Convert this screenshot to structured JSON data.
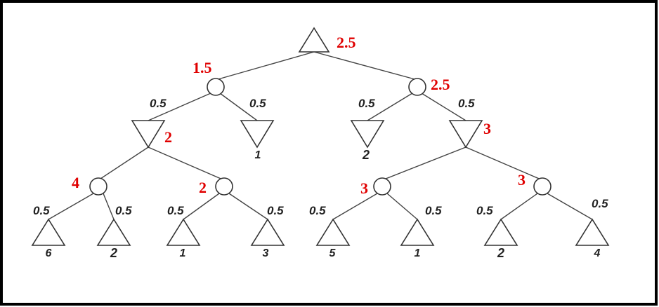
{
  "colors": {
    "value": "#e00000",
    "line": "#444444",
    "frame": "#000000"
  },
  "root": {
    "shape": "max-triangle",
    "value": "2.5"
  },
  "chance": [
    {
      "id": "c1",
      "value": "1.5"
    },
    {
      "id": "c2",
      "value": "2.5"
    },
    {
      "id": "c3",
      "value": "4"
    },
    {
      "id": "c4",
      "value": "2"
    },
    {
      "id": "c5",
      "value": "3"
    },
    {
      "id": "c6",
      "value": "3"
    }
  ],
  "min_nodes": [
    {
      "id": "m1",
      "value": "2"
    },
    {
      "id": "m2",
      "leaf": "1"
    },
    {
      "id": "m3",
      "leaf": "2"
    },
    {
      "id": "m4",
      "value": "3"
    }
  ],
  "probabilities": [
    "0.5",
    "0.5",
    "0.5",
    "0.5",
    "0.5",
    "0.5",
    "0.5",
    "0.5",
    "0.5",
    "0.5",
    "0.5",
    "0.5"
  ],
  "leaves": [
    "6",
    "2",
    "1",
    "3",
    "5",
    "1",
    "2",
    "4"
  ]
}
